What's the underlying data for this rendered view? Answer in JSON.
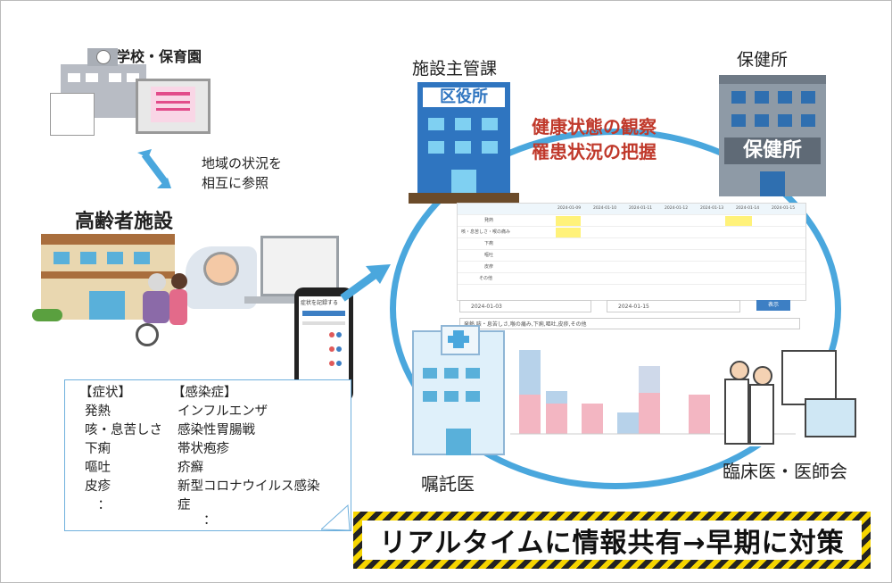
{
  "labels": {
    "school": "学校・保育園",
    "mutual_ref": "地域の状況を\n相互に参照",
    "elderly": "高齢者施設",
    "admin": "施設主管課",
    "ward_office_sign": "区役所",
    "health_center": "保健所",
    "health_center_sign": "保健所",
    "observe": "健康状態の観察\n罹患状況の把握",
    "doctor": "嘱託医",
    "clinical": "臨床医・医師会"
  },
  "note": {
    "symptoms_header": "【症状】",
    "symptoms": [
      "発熱",
      "咳・息苦しさ",
      "下痢",
      "嘔吐",
      "皮疹",
      "　："
    ],
    "diseases_header": "【感染症】",
    "diseases": [
      "インフルエンザ",
      "感染性胃腸戦",
      "帯状疱疹",
      "疥癬",
      "新型コロナウイルス感染",
      "症",
      "　　："
    ]
  },
  "dashboard": {
    "dates": [
      "2024-01-09",
      "2024-01-10",
      "2024-01-11",
      "2024-01-12",
      "2024-01-13",
      "2024-01-14",
      "2024-01-15"
    ],
    "rows": [
      "発熱",
      "咳・息苦しさ・喉の痛み",
      "下痢",
      "嘔吐",
      "皮疹",
      "その他"
    ],
    "date_from": "2024-01-03",
    "date_to": "2024-01-15",
    "button": "表示",
    "filter": "発熱,咳・息苦しさ,喉の痛み,下痢,嘔吐,皮疹,その他"
  },
  "phone": {
    "title": "症状を記録する"
  },
  "banner": "リアルタイムに情報共有→早期に対策",
  "colors": {
    "ring": "#4aa7dd",
    "observe_text": "#c0392b",
    "accent": "#3d7fc4"
  }
}
